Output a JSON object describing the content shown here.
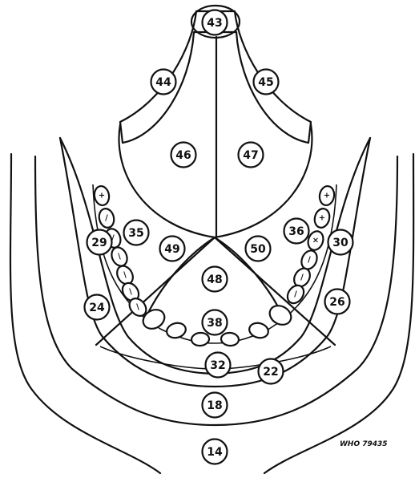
{
  "zones": [
    {
      "label": "43"
    },
    {
      "label": "44"
    },
    {
      "label": "45"
    },
    {
      "label": "46"
    },
    {
      "label": "47"
    },
    {
      "label": "29"
    },
    {
      "label": "35"
    },
    {
      "label": "49"
    },
    {
      "label": "50"
    },
    {
      "label": "36"
    },
    {
      "label": "30"
    },
    {
      "label": "48"
    },
    {
      "label": "24"
    },
    {
      "label": "26"
    },
    {
      "label": "38"
    },
    {
      "label": "32"
    },
    {
      "label": "22"
    },
    {
      "label": "18"
    },
    {
      "label": "14"
    }
  ],
  "left_teeth_marks": [
    "+",
    "/",
    "/",
    "\\",
    "\\",
    "\\",
    "\\"
  ],
  "right_teeth_marks": [
    "+",
    "+",
    "×",
    "/",
    "/",
    "/"
  ],
  "reference_code": "WHO 79435"
}
